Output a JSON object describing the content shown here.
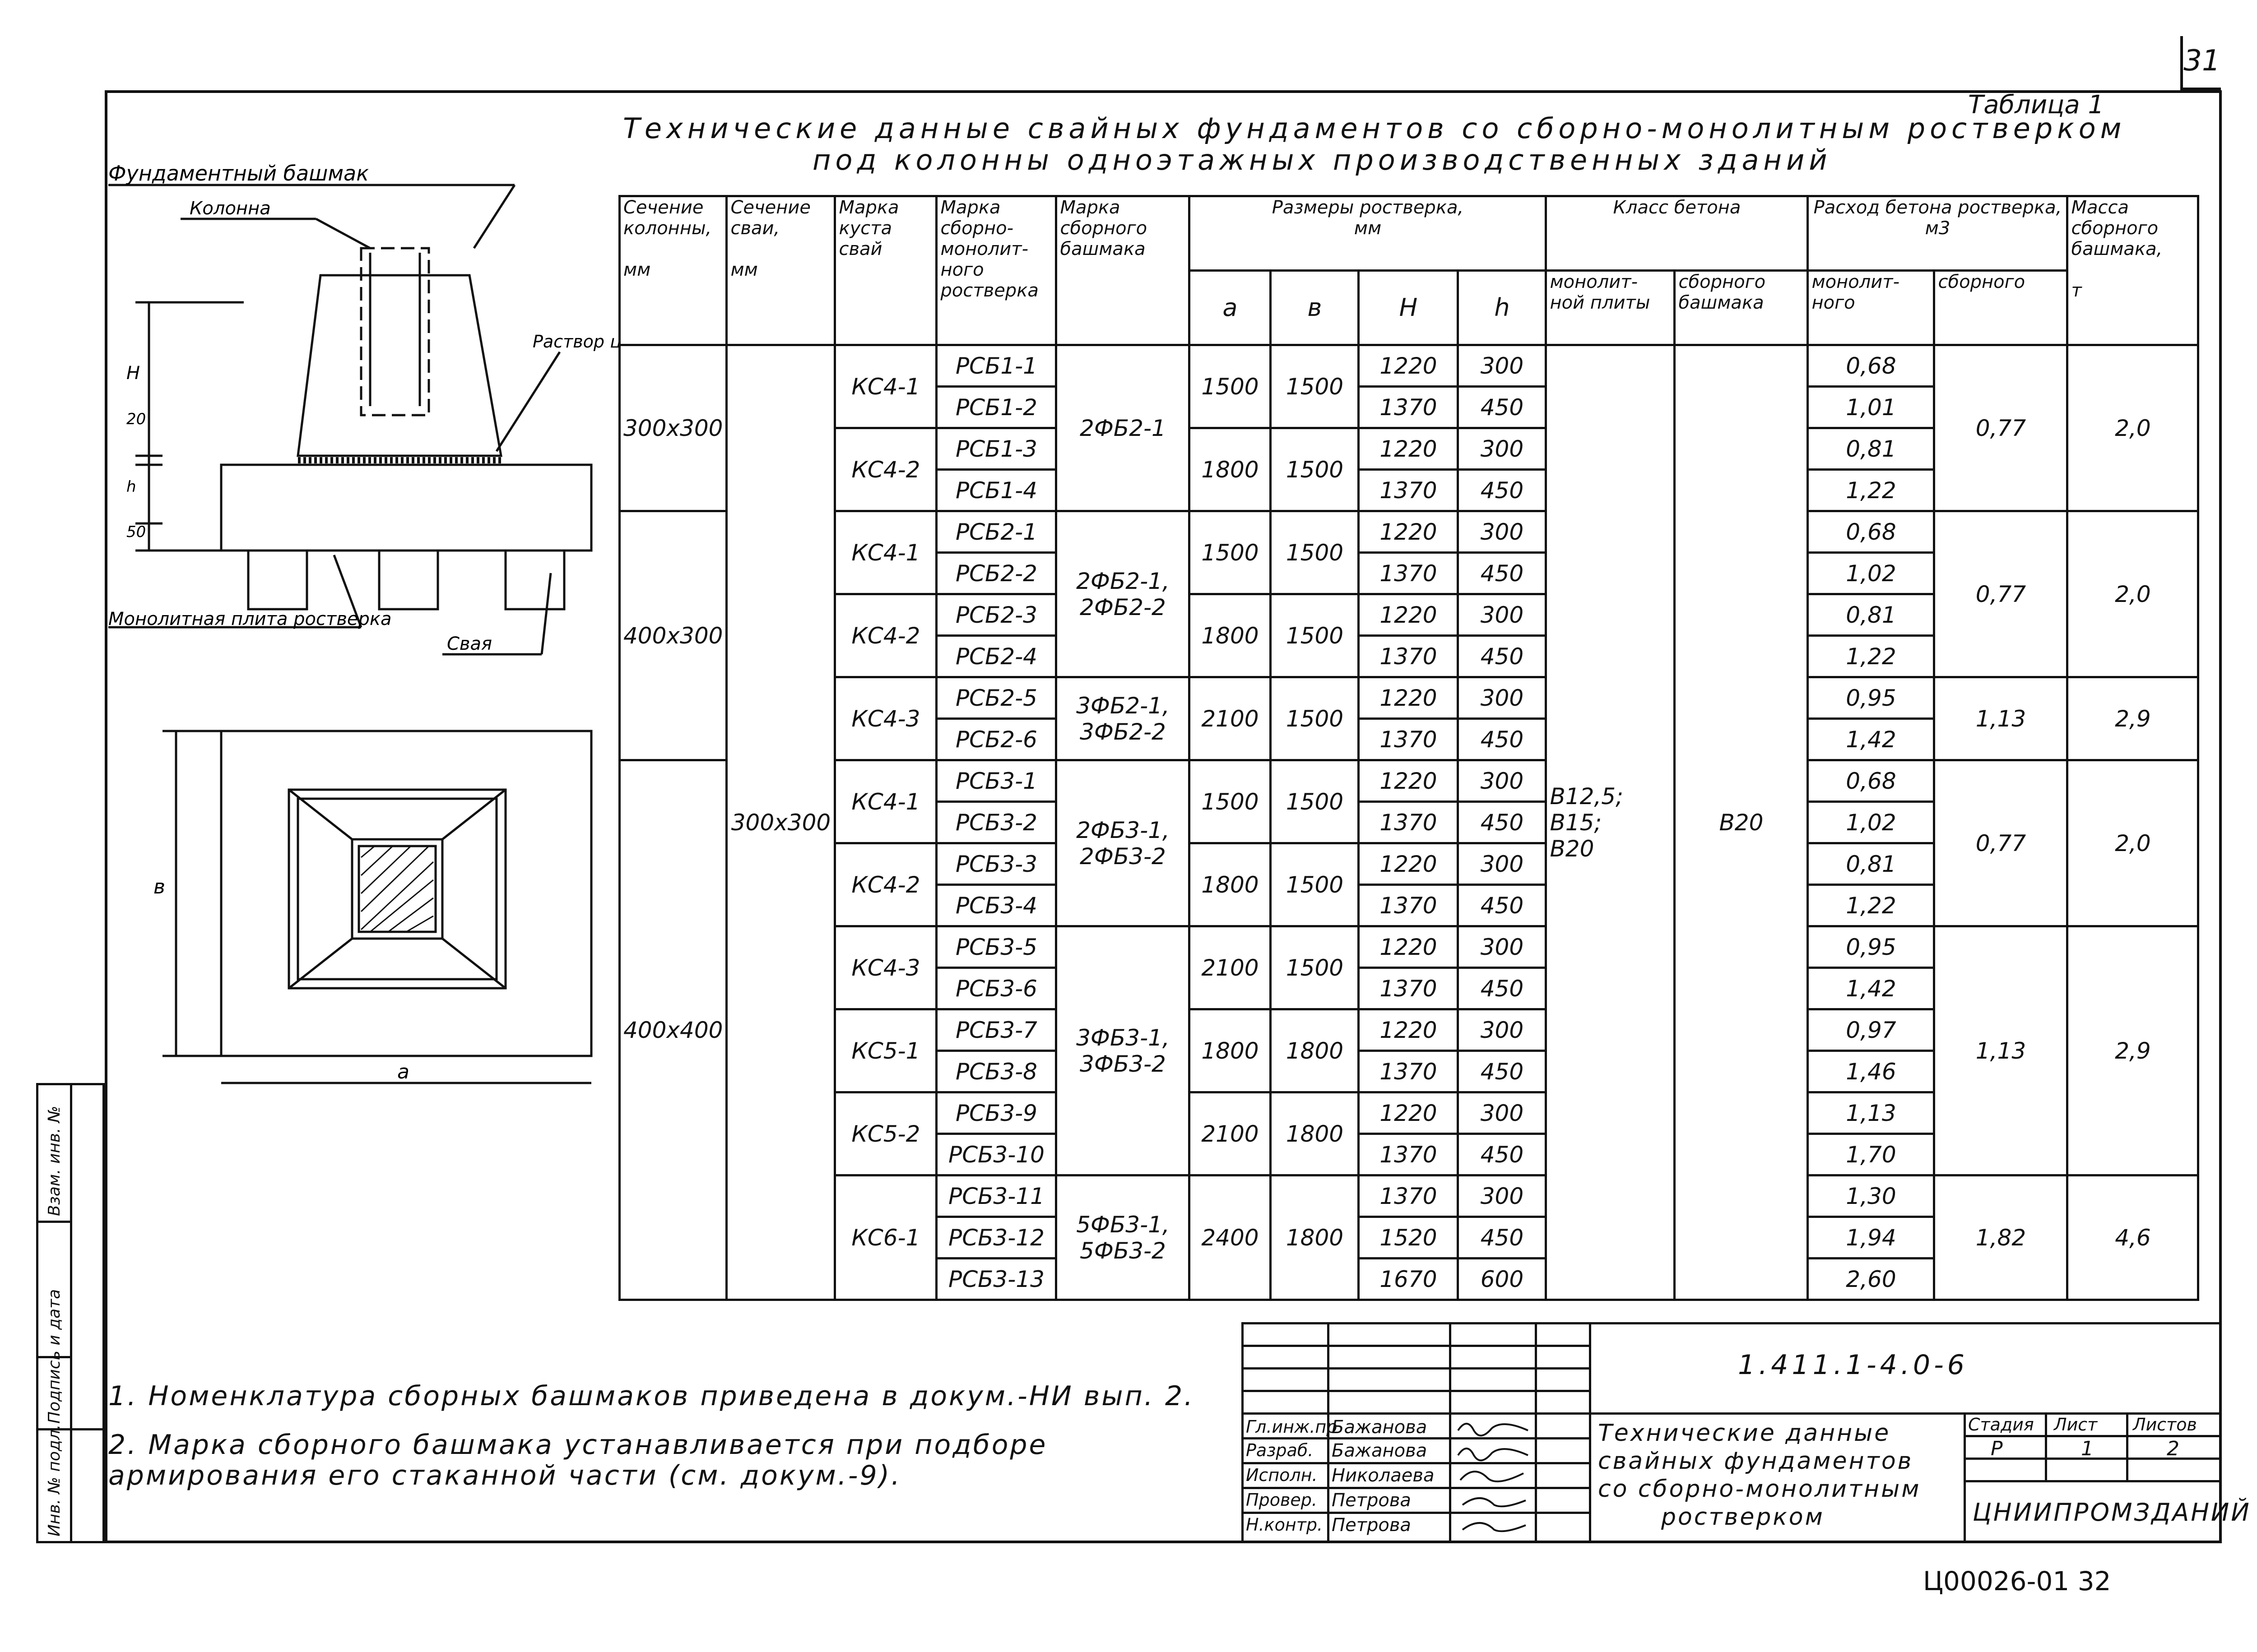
{
  "page_number": "31",
  "title": {
    "line1": "Технические данные свайных фундаментов со сборно-монолитным ростверком",
    "line2": "под колонны одноэтажных производственных зданий",
    "table_no": "Таблица 1"
  },
  "drawing": {
    "caption": "Фундаментный башмак",
    "column": "Колонна",
    "mortar": "Раствор цемент-ный",
    "slab": "Монолитная плита ростверка",
    "pile": "Свая",
    "dim_H": "H",
    "dim_20": "20",
    "dim_h": "h",
    "dim_50": "50",
    "dim_b": "в",
    "dim_a": "а"
  },
  "table": {
    "headers": {
      "col_section": "Сечение колонны,",
      "col_unit": "мм",
      "pile_section": "Сечение сваи,",
      "pile_unit": "мм",
      "bush": "Марка куста свай",
      "grillage": "Марка сборно-монолит-ного ростверка",
      "shoe": "Марка сборного башмака",
      "dims": "Размеры ростверка,",
      "dims_unit": "мм",
      "a": "а",
      "b": "в",
      "H": "Н",
      "h": "h",
      "concrete_class": "Класс бетона",
      "monolithic_slab": "монолит-ной плиты",
      "prefab_shoe": "сборного башмака",
      "consumption": "Расход бетона ростверка,",
      "consumption_unit": "м3",
      "monolithic": "монолит-ного",
      "prefab": "сборного",
      "mass": "Масса сборного башмака,",
      "mass_unit": "т"
    },
    "col_sections": [
      "300x300",
      "400x300",
      "400x400"
    ],
    "pile_section": "300x300",
    "class_monolithic": [
      "В12,5;",
      "В15;",
      "В20"
    ],
    "class_prefab": "В20",
    "rows": [
      {
        "grillage": "РСБ1-1",
        "H": "1220",
        "h": "300",
        "mono": "0,68"
      },
      {
        "grillage": "РСБ1-2",
        "H": "1370",
        "h": "450",
        "mono": "1,01"
      },
      {
        "grillage": "РСБ1-3",
        "H": "1220",
        "h": "300",
        "mono": "0,81"
      },
      {
        "grillage": "РСБ1-4",
        "H": "1370",
        "h": "450",
        "mono": "1,22"
      },
      {
        "grillage": "РСБ2-1",
        "H": "1220",
        "h": "300",
        "mono": "0,68"
      },
      {
        "grillage": "РСБ2-2",
        "H": "1370",
        "h": "450",
        "mono": "1,02"
      },
      {
        "grillage": "РСБ2-3",
        "H": "1220",
        "h": "300",
        "mono": "0,81"
      },
      {
        "grillage": "РСБ2-4",
        "H": "1370",
        "h": "450",
        "mono": "1,22"
      },
      {
        "grillage": "РСБ2-5",
        "H": "1220",
        "h": "300",
        "mono": "0,95"
      },
      {
        "grillage": "РСБ2-6",
        "H": "1370",
        "h": "450",
        "mono": "1,42"
      },
      {
        "grillage": "РСБ3-1",
        "H": "1220",
        "h": "300",
        "mono": "0,68"
      },
      {
        "grillage": "РСБ3-2",
        "H": "1370",
        "h": "450",
        "mono": "1,02"
      },
      {
        "grillage": "РСБ3-3",
        "H": "1220",
        "h": "300",
        "mono": "0,81"
      },
      {
        "grillage": "РСБ3-4",
        "H": "1370",
        "h": "450",
        "mono": "1,22"
      },
      {
        "grillage": "РСБ3-5",
        "H": "1220",
        "h": "300",
        "mono": "0,95"
      },
      {
        "grillage": "РСБ3-6",
        "H": "1370",
        "h": "450",
        "mono": "1,42"
      },
      {
        "grillage": "РСБ3-7",
        "H": "1220",
        "h": "300",
        "mono": "0,97"
      },
      {
        "grillage": "РСБ3-8",
        "H": "1370",
        "h": "450",
        "mono": "1,46"
      },
      {
        "grillage": "РСБ3-9",
        "H": "1220",
        "h": "300",
        "mono": "1,13"
      },
      {
        "grillage": "РСБ3-10",
        "H": "1370",
        "h": "450",
        "mono": "1,70"
      },
      {
        "grillage": "РСБ3-11",
        "H": "1370",
        "h": "300",
        "mono": "1,30"
      },
      {
        "grillage": "РСБ3-12",
        "H": "1520",
        "h": "450",
        "mono": "1,94"
      },
      {
        "grillage": "РСБ3-13",
        "H": "1670",
        "h": "600",
        "mono": "2,60"
      }
    ],
    "groups": [
      {
        "bush": "КС4-1",
        "a": "1500",
        "b": "1500"
      },
      {
        "bush": "КС4-2",
        "a": "1800",
        "b": "1500"
      },
      {
        "bush": "КС4-1",
        "a": "1500",
        "b": "1500"
      },
      {
        "bush": "КС4-2",
        "a": "1800",
        "b": "1500"
      },
      {
        "bush": "КС4-3",
        "a": "2100",
        "b": "1500"
      },
      {
        "bush": "КС4-1",
        "a": "1500",
        "b": "1500"
      },
      {
        "bush": "КС4-2",
        "a": "1800",
        "b": "1500"
      },
      {
        "bush": "КС4-3",
        "a": "2100",
        "b": "1500"
      },
      {
        "bush": "КС5-1",
        "a": "1800",
        "b": "1800"
      },
      {
        "bush": "КС5-2",
        "a": "2100",
        "b": "1800"
      },
      {
        "bush": "КС6-1",
        "a": "2400",
        "b": "1800"
      }
    ],
    "shoes": [
      "2ФБ2-1",
      "2ФБ2-1,",
      "2ФБ2-2",
      "3ФБ2-1,",
      "3ФБ2-2",
      "2ФБ3-1,",
      "2ФБ3-2",
      "3ФБ3-1,",
      "3ФБ3-2",
      "5ФБ3-1,",
      "5ФБ3-2"
    ],
    "prefab_consumption": [
      "0,77",
      "0,77",
      "1,13",
      "0,77",
      "1,13",
      "1,82"
    ],
    "masses": [
      "2,0",
      "2,0",
      "2,9",
      "2,0",
      "2,9",
      "4,6"
    ]
  },
  "notes": [
    "1. Номенклатура сборных башмаков приведена в докум.-НИ вып. 2.",
    "2. Марка сборного башмака устанавливается при подборе армирования его стаканной части (см. докум.-9)."
  ],
  "strip": [
    "Инв. № подл.",
    "Подпись и дата",
    "Взам. инв. №"
  ],
  "stamp": {
    "code": "1.411.1-4.0-6",
    "roles": [
      "Гл.инж.пр",
      "Разраб.",
      "Исполн.",
      "Провер.",
      "Н.контр."
    ],
    "names": [
      "Бажанова",
      "Бажанова",
      "Николаева",
      "Петрова",
      "Петрова"
    ],
    "doc_title": [
      "Технические данные",
      "свайных фундаментов",
      "со сборно-монолитным",
      "ростверком"
    ],
    "stage_label": "Стадия",
    "sheet_label": "Лист",
    "sheets_label": "Листов",
    "stage": "Р",
    "sheet": "1",
    "sheets": "2",
    "org": "ЦНИИПРОМЗДАНИЙ"
  },
  "doc_number": "Ц00026-01  32"
}
